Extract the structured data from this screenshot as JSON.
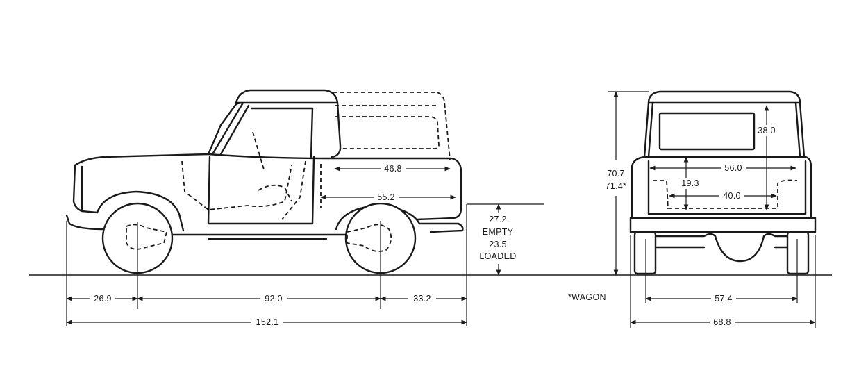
{
  "side_view": {
    "dimensions": {
      "front_overhang": "26.9",
      "wheelbase": "92.0",
      "rear_overhang": "33.2",
      "overall_length": "152.1",
      "cargo_length_upper": "46.8",
      "cargo_length_lower": "55.2",
      "clearance_empty_value": "27.2",
      "clearance_empty_label": "EMPTY",
      "clearance_loaded_value": "23.5",
      "clearance_loaded_label": "LOADED"
    }
  },
  "rear_view": {
    "dimensions": {
      "overall_height": "70.7",
      "overall_height_wagon": "71.4*",
      "window_height": "38.0",
      "cargo_width_upper": "56.0",
      "cargo_height": "19.3",
      "cargo_width_lower": "40.0",
      "track_width": "57.4",
      "overall_width": "68.8"
    }
  },
  "footnote": "*WAGON"
}
